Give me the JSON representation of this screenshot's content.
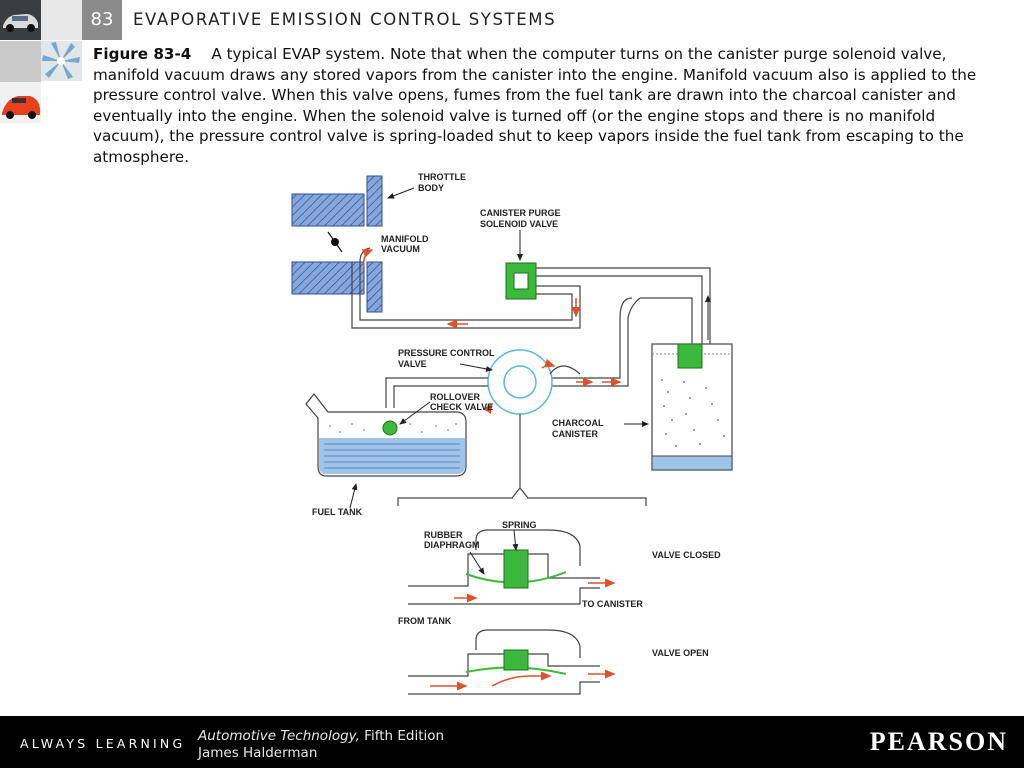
{
  "header": {
    "chapter_number": "83",
    "chapter_title": "EVAPORATIVE EMISSION CONTROL SYSTEMS"
  },
  "caption": {
    "figure_label": "Figure 83-4",
    "text": "A typical EVAP system. Note that when the computer turns on the canister purge solenoid valve, manifold vacuum draws any stored vapors from the canister into the engine. Manifold vacuum also is applied to the pressure control valve. When this valve opens, fumes from the fuel tank are drawn into the charcoal canister and eventually into the engine. When the solenoid valve is turned off (or the engine stops and there is no manifold vacuum), the pressure control valve is spring-loaded shut to keep vapors inside the fuel tank from escaping to the atmosphere."
  },
  "diagram": {
    "labels": {
      "throttle_body_1": "THROTTLE",
      "throttle_body_2": "BODY",
      "manifold_vacuum_1": "MANIFOLD",
      "manifold_vacuum_2": "VACUUM",
      "canister_purge_1": "CANISTER PURGE",
      "canister_purge_2": "SOLENOID VALVE",
      "pressure_control_1": "PRESSURE CONTROL",
      "pressure_control_2": "VALVE",
      "rollover_1": "ROLLOVER",
      "rollover_2": "CHECK VALVE",
      "charcoal_1": "CHARCOAL",
      "charcoal_2": "CANISTER",
      "fuel_tank": "FUEL TANK",
      "spring": "SPRING",
      "rubber_1": "RUBBER",
      "rubber_2": "DIAPHRAGM",
      "valve_closed": "VALVE CLOSED",
      "to_canister": "TO CANISTER",
      "from_tank": "FROM TANK",
      "valve_open": "VALVE OPEN"
    },
    "colors": {
      "hatch": "#6b8fd0",
      "green": "#3cb83c",
      "arrow": "#e0502a",
      "fuel": "#9ec4ea",
      "valve_ring": "#5bb8d8"
    }
  },
  "footer": {
    "tagline": "ALWAYS LEARNING",
    "book_title": "Automotive Technology,",
    "edition": "Fifth Edition",
    "author": "James Halderman",
    "publisher": "PEARSON"
  }
}
